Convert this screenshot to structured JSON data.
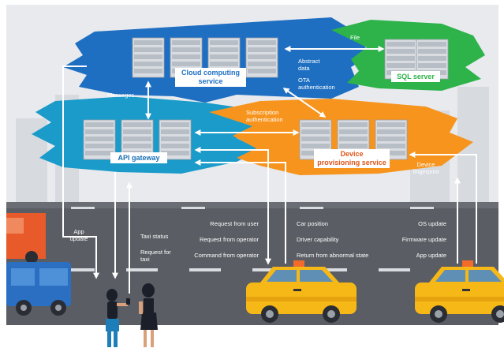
{
  "nodes": {
    "cloud": {
      "title": "Cloud computing service"
    },
    "sql": {
      "title": "SQL server"
    },
    "gateway": {
      "title": "API gateway"
    },
    "provisioning": {
      "title": "Device provisioning service"
    }
  },
  "edge_labels": {
    "file": "File",
    "abstract_data": "Abstract data",
    "ota_auth": "OTA authentication",
    "messages": "Messages",
    "subscription_auth": "Subscription authentication",
    "device_fingerprint": "Device fingerprint"
  },
  "street_labels": {
    "app_update_left": "App update",
    "taxi_status": "Taxi status",
    "request_for_taxi": "Request for taxi",
    "request_from_user": "Request from user",
    "request_from_operator": "Request from operator",
    "command_from_operator": "Command from operator",
    "car_position": "Car position",
    "driver_capability": "Driver capability",
    "return_abnormal": "Return from abnormal state",
    "os_update": "OS update",
    "firmware_update": "Firmware update",
    "app_update_right": "App update"
  },
  "colors": {
    "cloud_blue": "#1e6fc2",
    "gateway_blue": "#1a9bc9",
    "sql_green": "#2db34a",
    "provisioning_orange": "#f7941d",
    "road": "#5a5d63",
    "taxi_yellow": "#f6b817"
  }
}
